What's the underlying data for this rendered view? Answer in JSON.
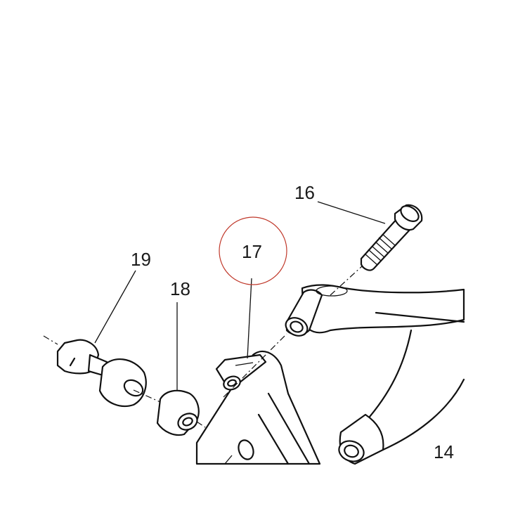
{
  "callouts": {
    "c16": "16",
    "c17": "17",
    "c18": "18",
    "c19": "19",
    "c14": "14"
  },
  "colors": {
    "highlight_circle": "#c0392b",
    "line": "#111111",
    "background": "#ffffff"
  }
}
